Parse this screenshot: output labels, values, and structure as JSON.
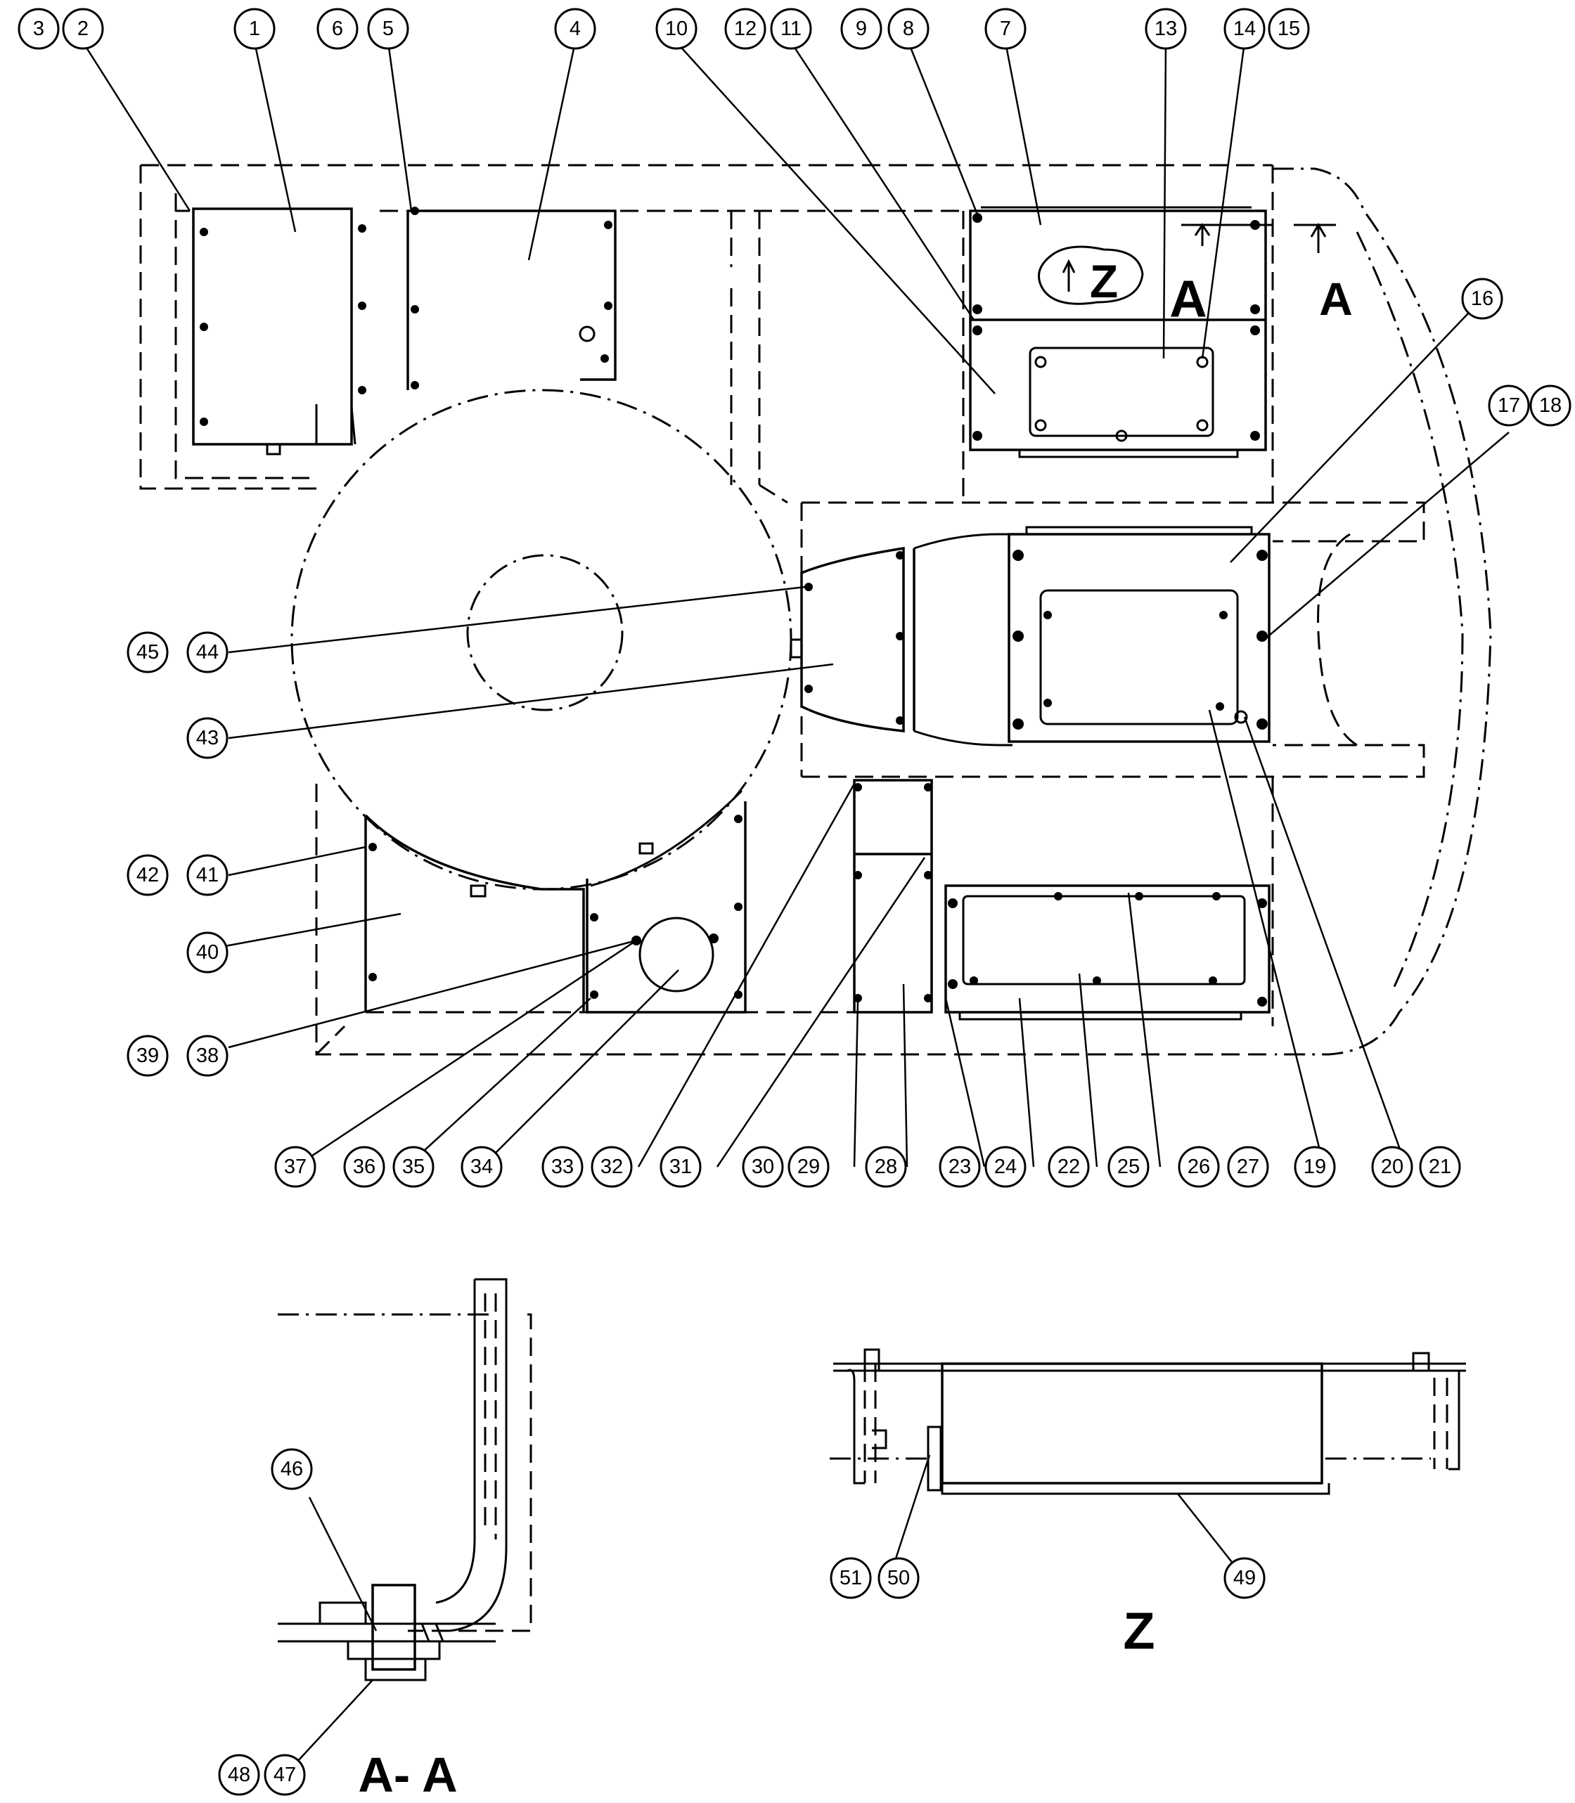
{
  "callouts": {
    "c1": "1",
    "c2": "2",
    "c3": "3",
    "c4": "4",
    "c5": "5",
    "c6": "6",
    "c7": "7",
    "c8": "8",
    "c9": "9",
    "c10": "10",
    "c11": "11",
    "c12": "12",
    "c13": "13",
    "c14": "14",
    "c15": "15",
    "c16": "16",
    "c17": "17",
    "c18": "18",
    "c19": "19",
    "c20": "20",
    "c21": "21",
    "c22": "22",
    "c23": "23",
    "c24": "24",
    "c25": "25",
    "c26": "26",
    "c27": "27",
    "c28": "28",
    "c29": "29",
    "c30": "30",
    "c31": "31",
    "c32": "32",
    "c33": "33",
    "c34": "34",
    "c35": "35",
    "c36": "36",
    "c37": "37",
    "c38": "38",
    "c39": "39",
    "c40": "40",
    "c41": "41",
    "c42": "42",
    "c43": "43",
    "c44": "44",
    "c45": "45",
    "c46": "46",
    "c47": "47",
    "c48": "48",
    "c49": "49",
    "c50": "50",
    "c51": "51"
  },
  "labels": {
    "section_marker": "A",
    "view_z_marker": "Z",
    "section_title": "A- A",
    "view_title": "Z"
  }
}
